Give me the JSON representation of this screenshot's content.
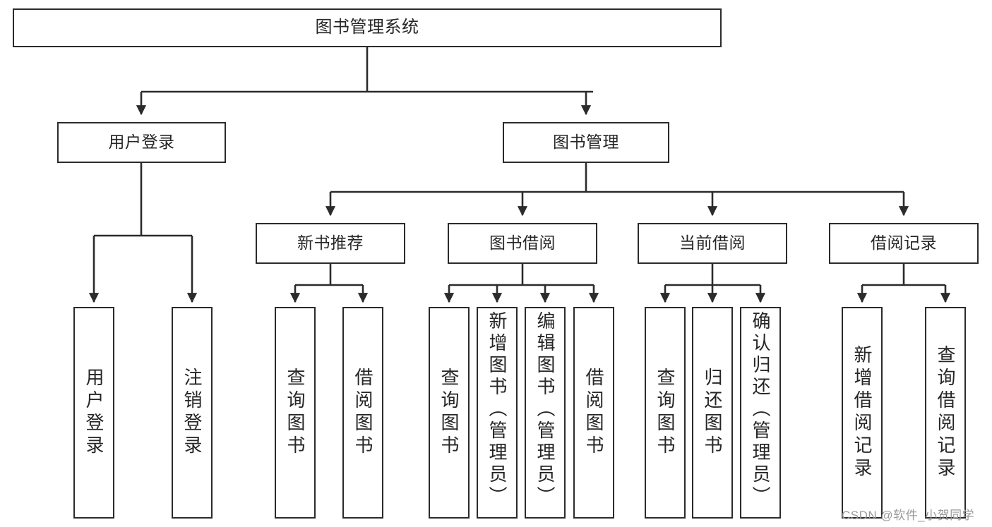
{
  "diagram": {
    "type": "tree-hierarchy",
    "title": "图书管理系统",
    "colors": {
      "box_border": "#2b2b2b",
      "box_fill": "#ffffff",
      "text": "#262626",
      "edge": "#2b2b2b",
      "watermark": "#9a9a9a",
      "background": "#ffffff"
    },
    "levels": {
      "root": {
        "label": "图书管理系统"
      },
      "level2": [
        {
          "label": "用户登录"
        },
        {
          "label": "图书管理"
        }
      ],
      "level3": [
        {
          "label": "新书推荐"
        },
        {
          "label": "图书借阅"
        },
        {
          "label": "当前借阅"
        },
        {
          "label": "借阅记录"
        }
      ],
      "leaves": [
        {
          "label": "用户登录",
          "parent": "用户登录"
        },
        {
          "label": "注销登录",
          "parent": "用户登录"
        },
        {
          "label": "查询图书",
          "parent": "新书推荐"
        },
        {
          "label": "借阅图书",
          "parent": "新书推荐"
        },
        {
          "label": "查询图书",
          "parent": "图书借阅"
        },
        {
          "label": "新增图书（管理员）",
          "parent": "图书借阅"
        },
        {
          "label": "编辑图书（管理员）",
          "parent": "图书借阅"
        },
        {
          "label": "借阅图书",
          "parent": "图书借阅"
        },
        {
          "label": "查询图书",
          "parent": "当前借阅"
        },
        {
          "label": "归还图书",
          "parent": "当前借阅"
        },
        {
          "label": "确认归还（管理员）",
          "parent": "当前借阅"
        },
        {
          "label": "新增借阅记录",
          "parent": "借阅记录"
        },
        {
          "label": "查询借阅记录",
          "parent": "借阅记录"
        }
      ]
    },
    "watermark": "CSDN @软件_小贺同学"
  }
}
